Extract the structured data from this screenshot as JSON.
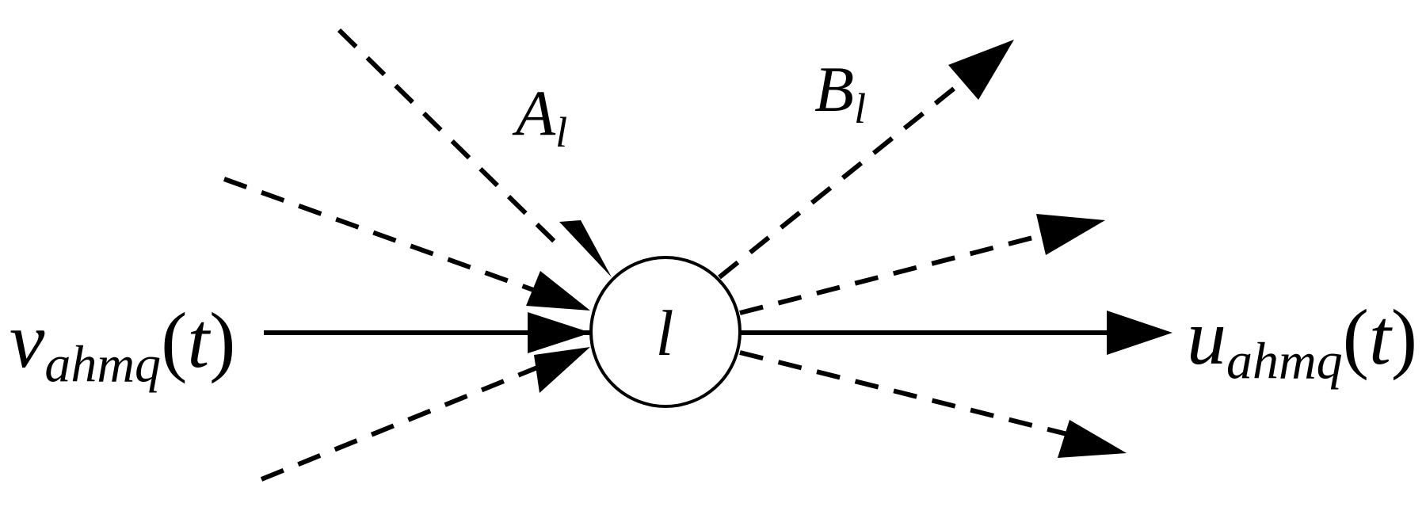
{
  "diagram": {
    "node": {
      "label": "l"
    },
    "input_signal": {
      "symbol": "v",
      "subscript": "ahmq",
      "argument": "t"
    },
    "output_signal": {
      "symbol": "u",
      "subscript": "ahmq",
      "argument": "t"
    },
    "incoming_set": {
      "symbol": "A",
      "subscript": "l"
    },
    "outgoing_set": {
      "symbol": "B",
      "subscript": "l"
    },
    "colors": {
      "stroke": "#000000",
      "node_fill": "#ffffff",
      "background": "#ffffff"
    }
  }
}
